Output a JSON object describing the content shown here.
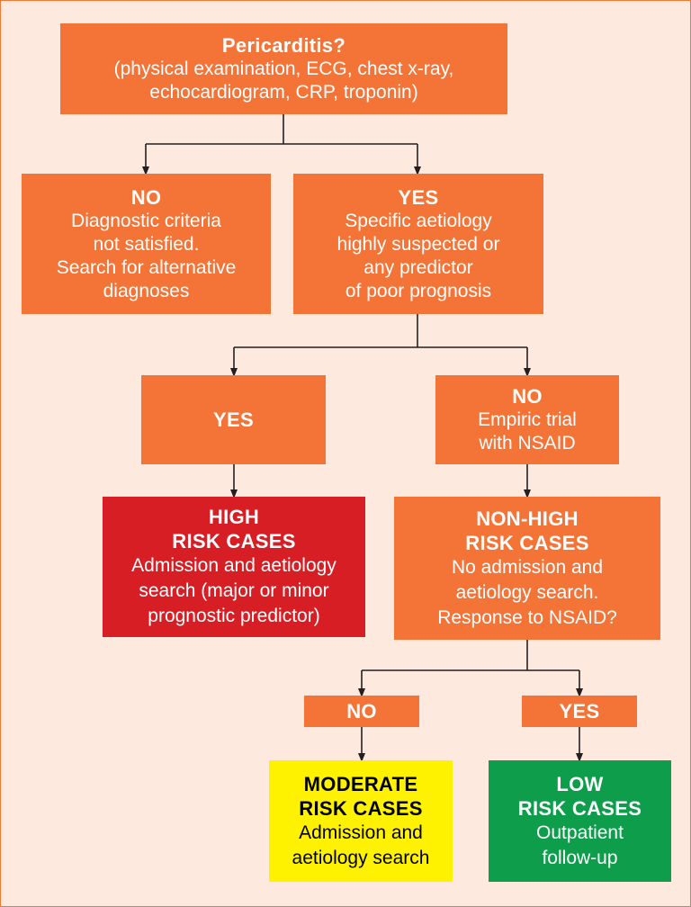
{
  "root": {
    "title": "Pericarditis?",
    "line1": "(physical examination, ECG, chest x-ray,",
    "line2": "echocardiogram, CRP, troponin)"
  },
  "no_box": {
    "title": "NO",
    "lines": [
      "Diagnostic criteria",
      "not satisfied.",
      "Search for alternative",
      "diagnoses"
    ]
  },
  "yes_box": {
    "title": "YES",
    "lines": [
      "Specific aetiology",
      "highly suspected or",
      "any predictor",
      "of poor prognosis"
    ]
  },
  "yes2": {
    "title": "YES"
  },
  "no2": {
    "title": "NO",
    "lines": [
      "Empiric trial",
      "with NSAID"
    ]
  },
  "high_risk": {
    "title_lines": [
      "HIGH",
      "RISK CASES"
    ],
    "lines": [
      "Admission and aetiology",
      "search (major or minor",
      "prognostic predictor)"
    ]
  },
  "non_high_risk": {
    "title_lines": [
      "NON-HIGH",
      "RISK CASES"
    ],
    "lines": [
      "No admission and",
      "aetiology search.",
      "Response to NSAID?"
    ]
  },
  "no3": {
    "title": "NO"
  },
  "yes3": {
    "title": "YES"
  },
  "moderate": {
    "title_lines": [
      "MODERATE",
      "RISK CASES"
    ],
    "lines": [
      "Admission and",
      "aetiology search"
    ]
  },
  "low": {
    "title_lines": [
      "LOW",
      "RISK CASES"
    ],
    "lines": [
      "Outpatient",
      "follow-up"
    ]
  },
  "colors": {
    "background": "#fde9de",
    "orange": "#f47337",
    "red": "#d71e24",
    "yellow": "#fff200",
    "green": "#0e9e4b",
    "connector": "#231f20"
  }
}
